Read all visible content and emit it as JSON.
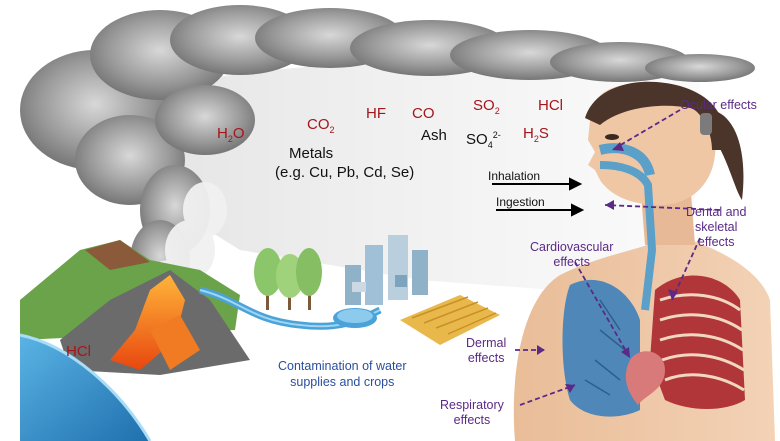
{
  "gases": {
    "h2o": {
      "base": "H",
      "sub": "2",
      "tail": "O"
    },
    "co2": {
      "base": "CO",
      "sub": "2"
    },
    "hf": "HF",
    "co": "CO",
    "so2": {
      "base": "SO",
      "sub": "2"
    },
    "hcl_top": "HCl",
    "h2s": {
      "base": "H",
      "sub": "2",
      "tail": "S"
    },
    "hcl_volcano": "HCl"
  },
  "ash": "Ash",
  "so4": {
    "base": "SO",
    "sub": "4",
    "sup": "2-"
  },
  "metals": {
    "line1": "Metals",
    "line2": "(e.g. Cu, Pb, Cd, Se)"
  },
  "routes": {
    "inhalation": "Inhalation",
    "ingestion": "Ingestion"
  },
  "effects": {
    "ocular": "Ocular effects",
    "dental": [
      "Dental and",
      "skeletal",
      "effects"
    ],
    "cardiovascular": [
      "Cardiovascular",
      "effects"
    ],
    "dermal": [
      "Dermal",
      "effects"
    ],
    "respiratory": [
      "Respiratory",
      "effects"
    ]
  },
  "caption": [
    "Contamination of water",
    "supplies and crops"
  ],
  "colors": {
    "gas_text": "#a3161b",
    "effect_text": "#5b2a86",
    "caption_text": "#2a4f9e",
    "smoke": "#8e8e8e",
    "lava": "#f26a1b",
    "water": "#3f97cf",
    "skin": "#efc9a8",
    "airway": "#5aa0c8",
    "lung_left": "#4f87b8",
    "lung_right": "#b0363a"
  }
}
